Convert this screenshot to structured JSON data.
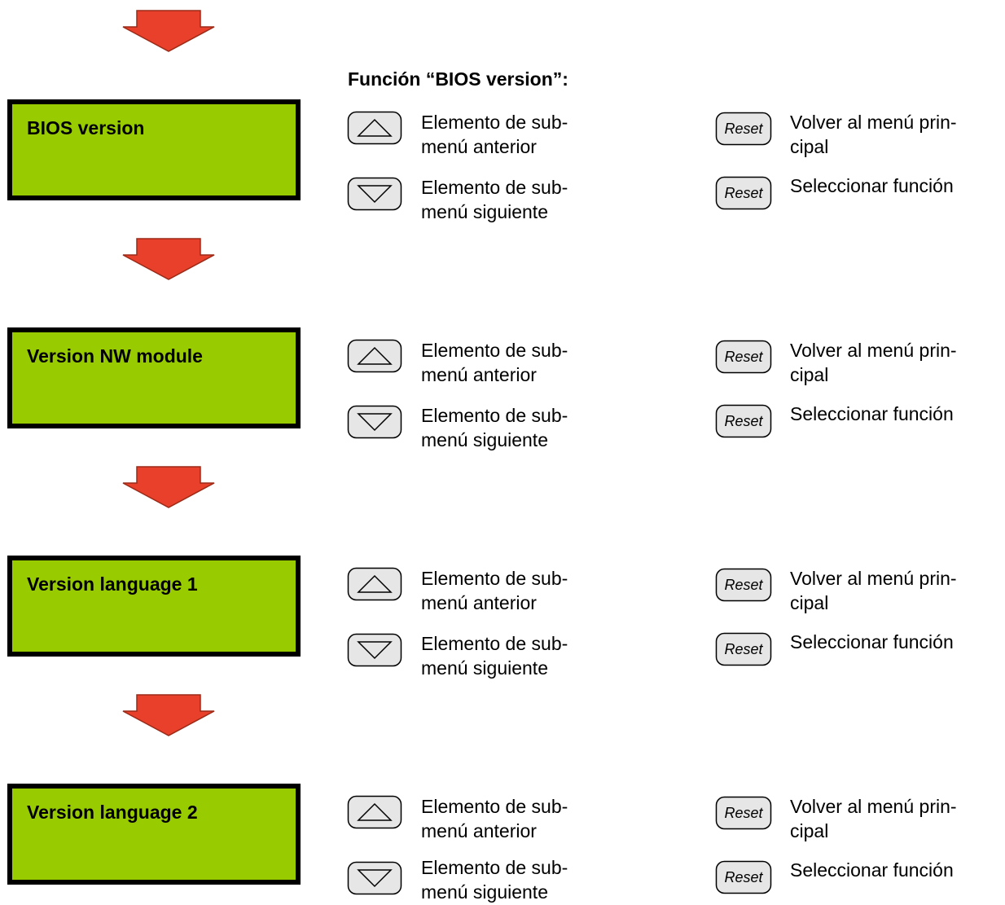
{
  "heading": "Función “BIOS version”:",
  "colors": {
    "lcd_background": "#99cc00",
    "lcd_border": "#000000",
    "arrow_fill": "#e8402a",
    "arrow_stroke": "#9b2a18",
    "button_fill": "#e6e6e6"
  },
  "icons": {
    "flow_arrow": "red-down-arrow-icon",
    "up_button": "up-triangle-icon",
    "down_button": "down-triangle-icon",
    "reset_button": "reset-key-icon"
  },
  "steps": [
    {
      "display": "BIOS version",
      "up_desc": "Elemento de sub-\nmenú anterior",
      "down_desc": "Elemento de sub-\nmenú siguiente",
      "reset1_label": "Reset",
      "reset1_desc": "Volver al menú prin-\ncipal",
      "reset2_label": "Reset",
      "reset2_desc": "Seleccionar función"
    },
    {
      "display": "Version NW module",
      "up_desc": "Elemento de sub-\nmenú anterior",
      "down_desc": "Elemento de sub-\nmenú siguiente",
      "reset1_label": "Reset",
      "reset1_desc": "Volver al menú prin-\ncipal",
      "reset2_label": "Reset",
      "reset2_desc": "Seleccionar función"
    },
    {
      "display": "Version language 1",
      "up_desc": "Elemento de sub-\nmenú anterior",
      "down_desc": "Elemento de sub-\nmenú siguiente",
      "reset1_label": "Reset",
      "reset1_desc": "Volver al menú prin-\ncipal",
      "reset2_label": "Reset",
      "reset2_desc": "Seleccionar función"
    },
    {
      "display": "Version language 2",
      "up_desc": "Elemento de sub-\nmenú anterior",
      "down_desc": "Elemento de sub-\nmenú siguiente",
      "reset1_label": "Reset",
      "reset1_desc": "Volver al menú prin-\ncipal",
      "reset2_label": "Reset",
      "reset2_desc": "Seleccionar función"
    }
  ]
}
